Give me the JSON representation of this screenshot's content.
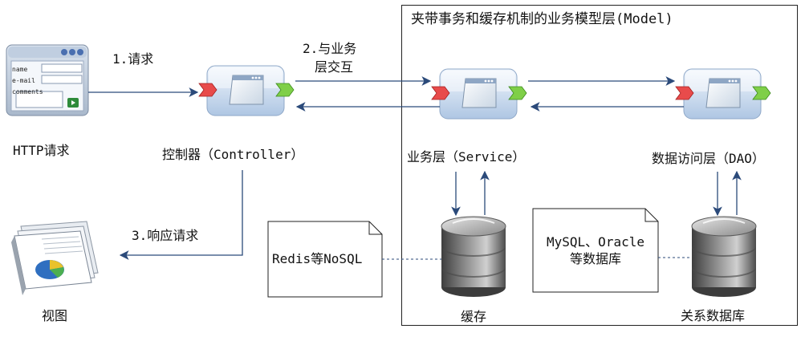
{
  "model_layer": {
    "title": "夹带事务和缓存机制的业务模型层(Model)"
  },
  "nodes": {
    "http": {
      "label": "HTTP请求",
      "form_fields": [
        "name",
        "e-mail",
        "comments"
      ]
    },
    "controller": {
      "label": "控制器（Controller）"
    },
    "service": {
      "label": "业务层（Service）"
    },
    "dao": {
      "label": "数据访问层（DAO）"
    },
    "view": {
      "label": "视图"
    },
    "cache": {
      "label": "缓存"
    },
    "db": {
      "label": "关系数据库"
    }
  },
  "edges": {
    "request": "1.请求",
    "interact_line1": "2.与业务",
    "interact_line2": "层交互",
    "respond": "3.响应请求"
  },
  "notes": {
    "redis": "Redis等NoSQL",
    "db_line1": "MySQL、Oracle",
    "db_line2": "等数据库"
  },
  "colors": {
    "arrow": "#2b4a7a",
    "component_top": "#eaf1fb",
    "component_bottom": "#b9cde6",
    "port_red": "#e84b4b",
    "port_green": "#7fcf48",
    "db_dark": "#5a5a5a",
    "db_light": "#bdbdbd"
  },
  "icons": [
    "form-icon",
    "component-icon",
    "database-icon",
    "report-icon",
    "note-icon"
  ]
}
